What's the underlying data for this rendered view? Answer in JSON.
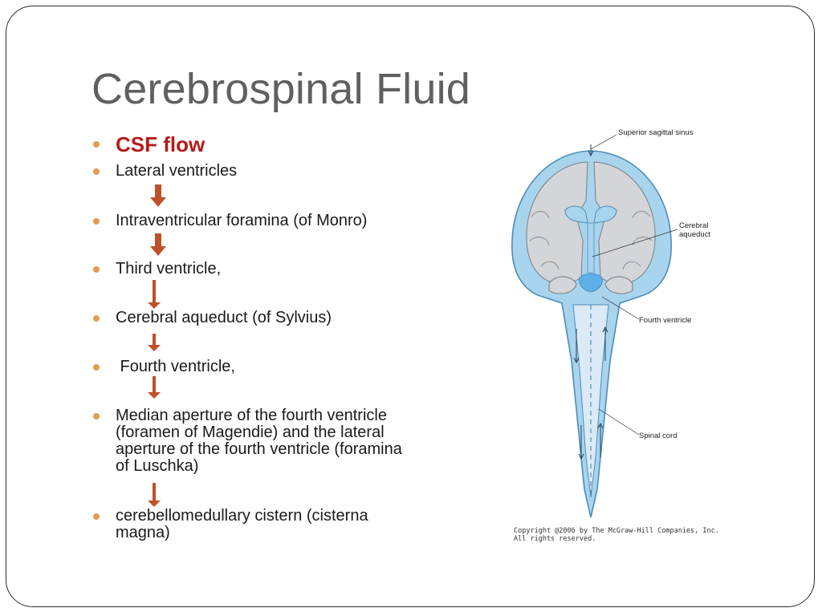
{
  "slide": {
    "title": "Cerebrospinal Fluid",
    "heading": "CSF flow",
    "steps": [
      "Lateral ventricles",
      "Intraventricular foramina (of Monro)",
      "Third ventricle,",
      "Cerebral aqueduct (of Sylvius)",
      " Fourth ventricle,",
      "Median aperture of the fourth ventricle (foramen of Magendie) and the lateral aperture of the fourth ventricle (foramina of Luschka)",
      "cerebellomedullary cistern (cisterna magna)"
    ]
  },
  "figure": {
    "labels": {
      "superior_sagittal_sinus": "Superior sagittal sinus",
      "cerebral_aqueduct_1": "Cerebral",
      "cerebral_aqueduct_2": "aqueduct",
      "fourth_ventricle": "Fourth ventricle",
      "spinal_cord": "Spinal cord"
    },
    "copyright_1": "Copyright @2006 by The McGraw-Hill Companies, Inc.",
    "copyright_2": "All rights reserved."
  },
  "colors": {
    "title": "#606060",
    "heading": "#b31b1b",
    "bullet": "#e29c4f",
    "arrow": "#c0502a",
    "csf": "#a9d4ee",
    "brain": "#d3d5d8"
  }
}
